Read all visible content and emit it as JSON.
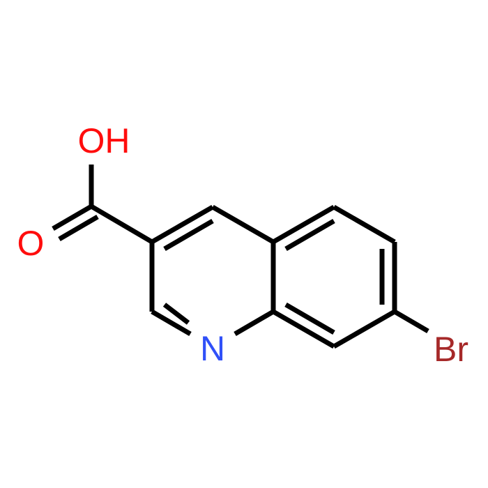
{
  "molecule": {
    "atoms": {
      "hydroxyl": {
        "label": "OH",
        "color": "#ff0d0d"
      },
      "carbonyl_oxygen": {
        "label": "O",
        "color": "#ff0d0d"
      },
      "ring_nitrogen": {
        "label": "N",
        "color": "#3050f8"
      },
      "bromine": {
        "label": "Br",
        "color": "#a62929"
      }
    },
    "bond_color": "#000000"
  }
}
